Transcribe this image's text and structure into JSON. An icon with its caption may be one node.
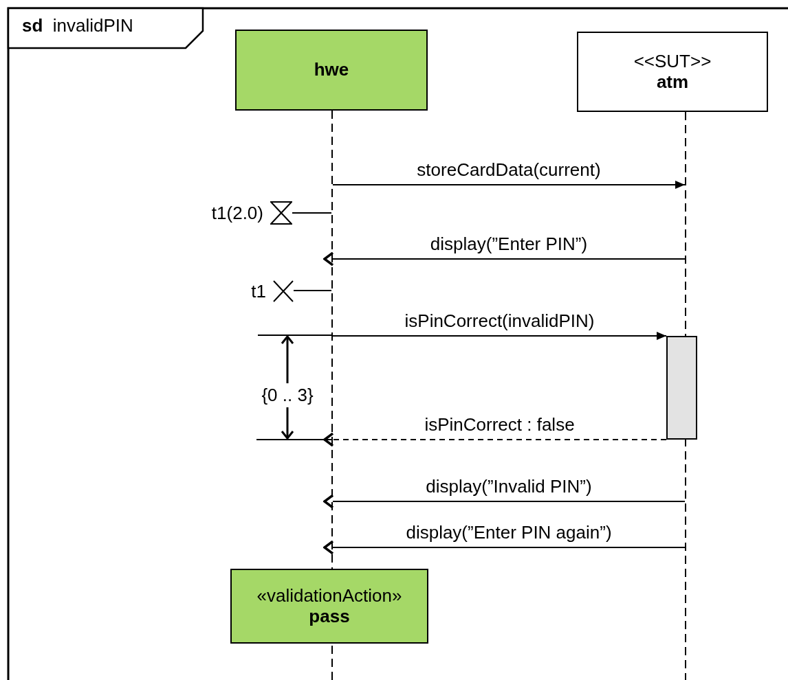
{
  "diagram": {
    "title": "**sd**  invalidPIN",
    "nodes": [
      {
        "text": [
          "hwe"
        ]
      },
      {
        "text": [
          "<<SUT>>",
          "atm"
        ]
      },
      {
        "text": [],
        "shape": "line"
      },
      {
        "text": [],
        "shape": "line"
      },
      {
        "text": [],
        "shape": "bar"
      },
      {
        "text": [],
        "shape": "hourglass",
        "beside": [
          "t1(2.0)"
        ]
      },
      {
        "text": [],
        "shape": "cross",
        "beside": [
          "t1"
        ]
      },
      {
        "text": [
          "«validationAction»",
          "pass"
        ]
      }
    ],
    "edges": [
      {
        "from": 2,
        "to": 3,
        "arrow": "to",
        "label": "storeCardData(current)"
      },
      {
        "from": 2,
        "to": 5,
        "arrow": "none"
      },
      {
        "from": 3,
        "to": 2,
        "arrow": "to",
        "label": "display(”Enter PIN”)"
      },
      {
        "from": 2,
        "to": 6,
        "arrow": "none"
      },
      {
        "from": 2,
        "to": 4,
        "arrow": "to",
        "label": "isPinCorrect(invalidPIN)"
      },
      {
        "from": 4,
        "to": 2,
        "arrow": "to",
        "label": "isPinCorrect : false",
        "style": "dashed"
      },
      {
        "from": 3,
        "to": 2,
        "arrow": "to",
        "label": "display(”Invalid PIN”)"
      },
      {
        "from": 3,
        "to": 2,
        "arrow": "to",
        "label": "display(”Enter PIN again”)"
      }
    ],
    "labels": [
      "{0 .. 3}"
    ]
  }
}
